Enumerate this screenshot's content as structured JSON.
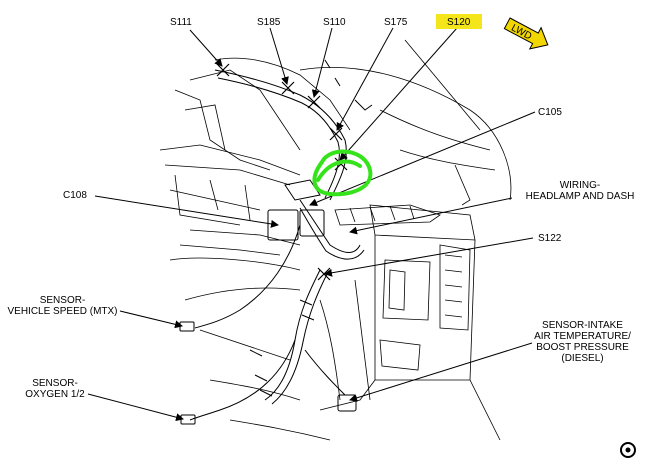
{
  "diagram": {
    "splices": {
      "s111": "S111",
      "s185": "S185",
      "s110": "S110",
      "s175": "S175",
      "s120": "S120",
      "s122": "S122"
    },
    "connectors": {
      "c105": "C105",
      "c108": "C108"
    },
    "components": {
      "wiring_headlamp_dash_line1": "WIRING-",
      "wiring_headlamp_dash_line2": "HEADLAMP AND DASH",
      "sensor_vehicle_speed_line1": "SENSOR-",
      "sensor_vehicle_speed_line2": "VEHICLE SPEED (MTX)",
      "sensor_oxygen_line1": "SENSOR-",
      "sensor_oxygen_line2": "OXYGEN 1/2",
      "sensor_intake_line1": "SENSOR-INTAKE",
      "sensor_intake_line2": "AIR TEMPERATURE/",
      "sensor_intake_line3": "BOOST PRESSURE",
      "sensor_intake_line4": "(DIESEL)"
    },
    "orientation_arrow": "LWD",
    "colors": {
      "highlight_yellow": "#f5e51b",
      "markup_green": "#35e31a",
      "orientation_fill": "#f2d600",
      "line": "#000000"
    }
  }
}
